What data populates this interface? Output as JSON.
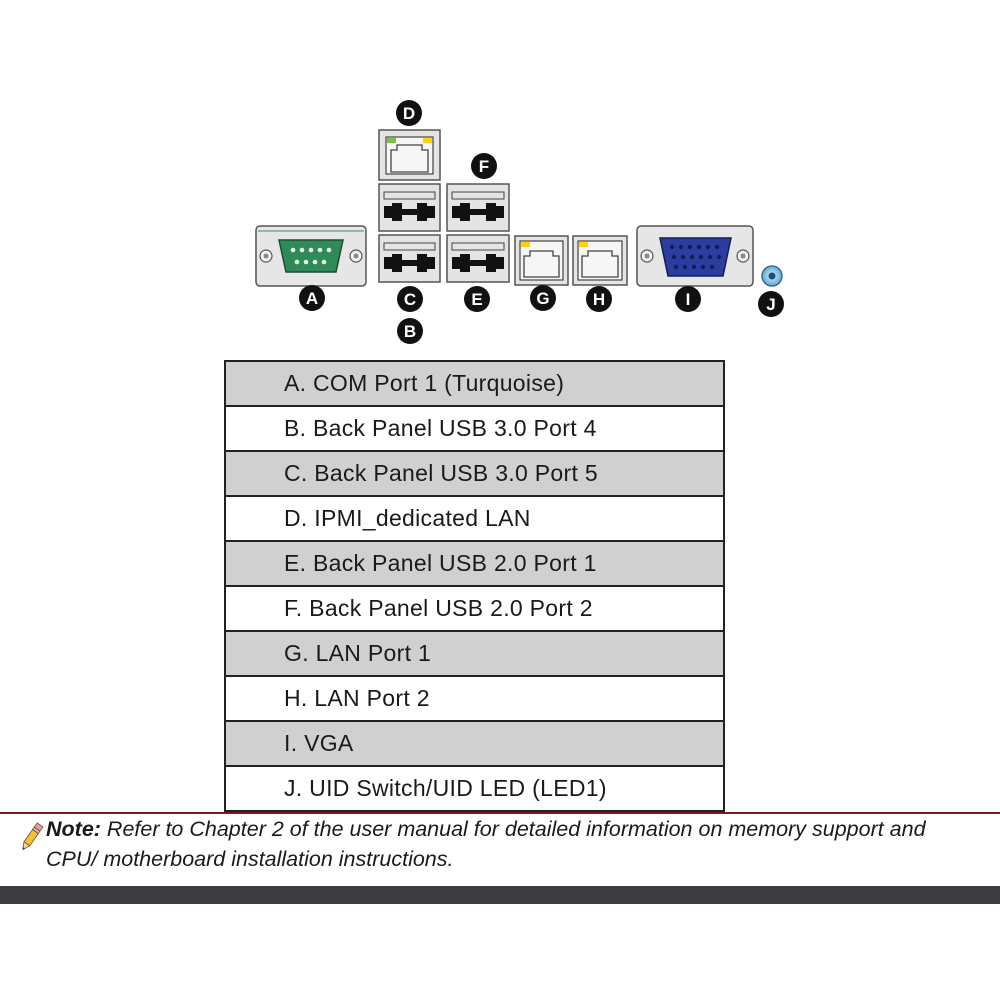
{
  "diagram": {
    "callouts": [
      "A",
      "B",
      "C",
      "D",
      "E",
      "F",
      "G",
      "H",
      "I",
      "J"
    ],
    "connectors": {
      "com_port": "com-port",
      "usb_3_0_stack": "usb-stack",
      "ipmi_lan": "rj45-port",
      "usb_2_0_stack": "usb-stack",
      "lan_port_1": "rj45-port",
      "lan_port_2": "rj45-port",
      "vga": "vga-port",
      "uid_switch": "uid-led"
    },
    "colors": {
      "com_body": "#2e8b57",
      "vga_body": "#2b3d9e",
      "uid_led": "#5aa9d6",
      "led_green": "#7cc242",
      "led_yellow": "#ffd200",
      "callout_fill": "#111111"
    }
  },
  "legend": {
    "rows": [
      "A. COM Port 1 (Turquoise)",
      "B. Back Panel USB 3.0 Port 4",
      "C. Back Panel USB 3.0 Port 5",
      "D. IPMI_dedicated LAN",
      "E. Back Panel USB 2.0 Port 1",
      "F. Back Panel USB 2.0 Port 2",
      "G. LAN Port 1",
      "H. LAN Port 2",
      "I. VGA",
      "J. UID Switch/UID LED (LED1)"
    ]
  },
  "note": {
    "icon": "pencil-icon",
    "label": "Note:",
    "text": " Refer to Chapter 2 of the user manual for detailed information on memory support and CPU/ motherboard installation instructions."
  }
}
